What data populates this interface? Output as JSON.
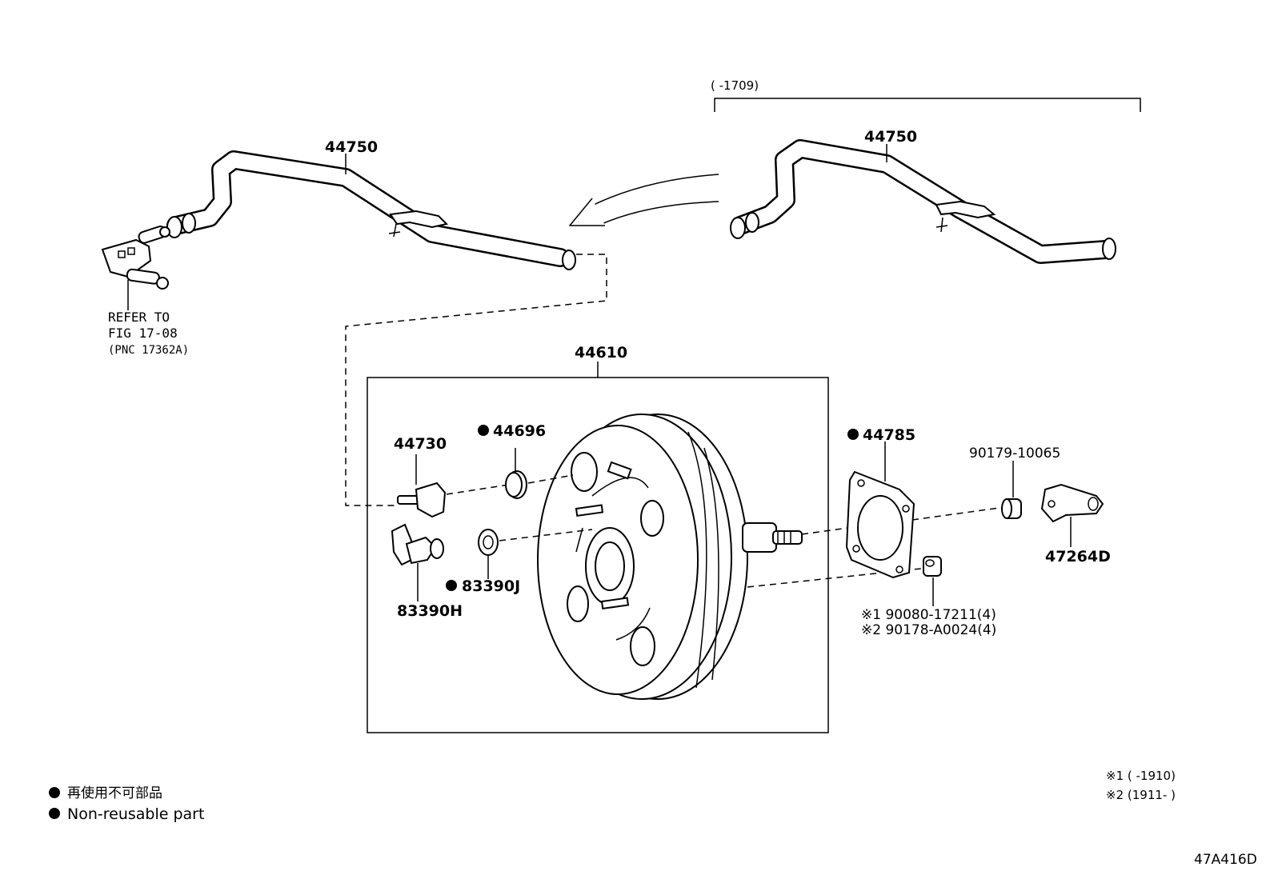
{
  "header_range": "(      -1709)",
  "parts": {
    "hose_left": "44750",
    "hose_right": "44750",
    "booster": "44610",
    "check_valve": "44730",
    "grommet_a": "44696",
    "gasket": "44785",
    "nut_a": "90179-10065",
    "bracket": "47264D",
    "sensor": "83390H",
    "grommet_b": "83390J",
    "nut_b_1": "※1 90080-17211(4)",
    "nut_b_2": "※2 90178-A0024(4)"
  },
  "refer": {
    "line1": "REFER TO",
    "line2": "FIG 17-08",
    "line3": "(PNC 17362A)"
  },
  "legend": {
    "jp": "再使用不可部品",
    "en": "Non-reusable part"
  },
  "footnotes": {
    "n1": "※1 (      -1910)",
    "n2": "※2 (1911-      )"
  },
  "figure_code": "47A416D"
}
